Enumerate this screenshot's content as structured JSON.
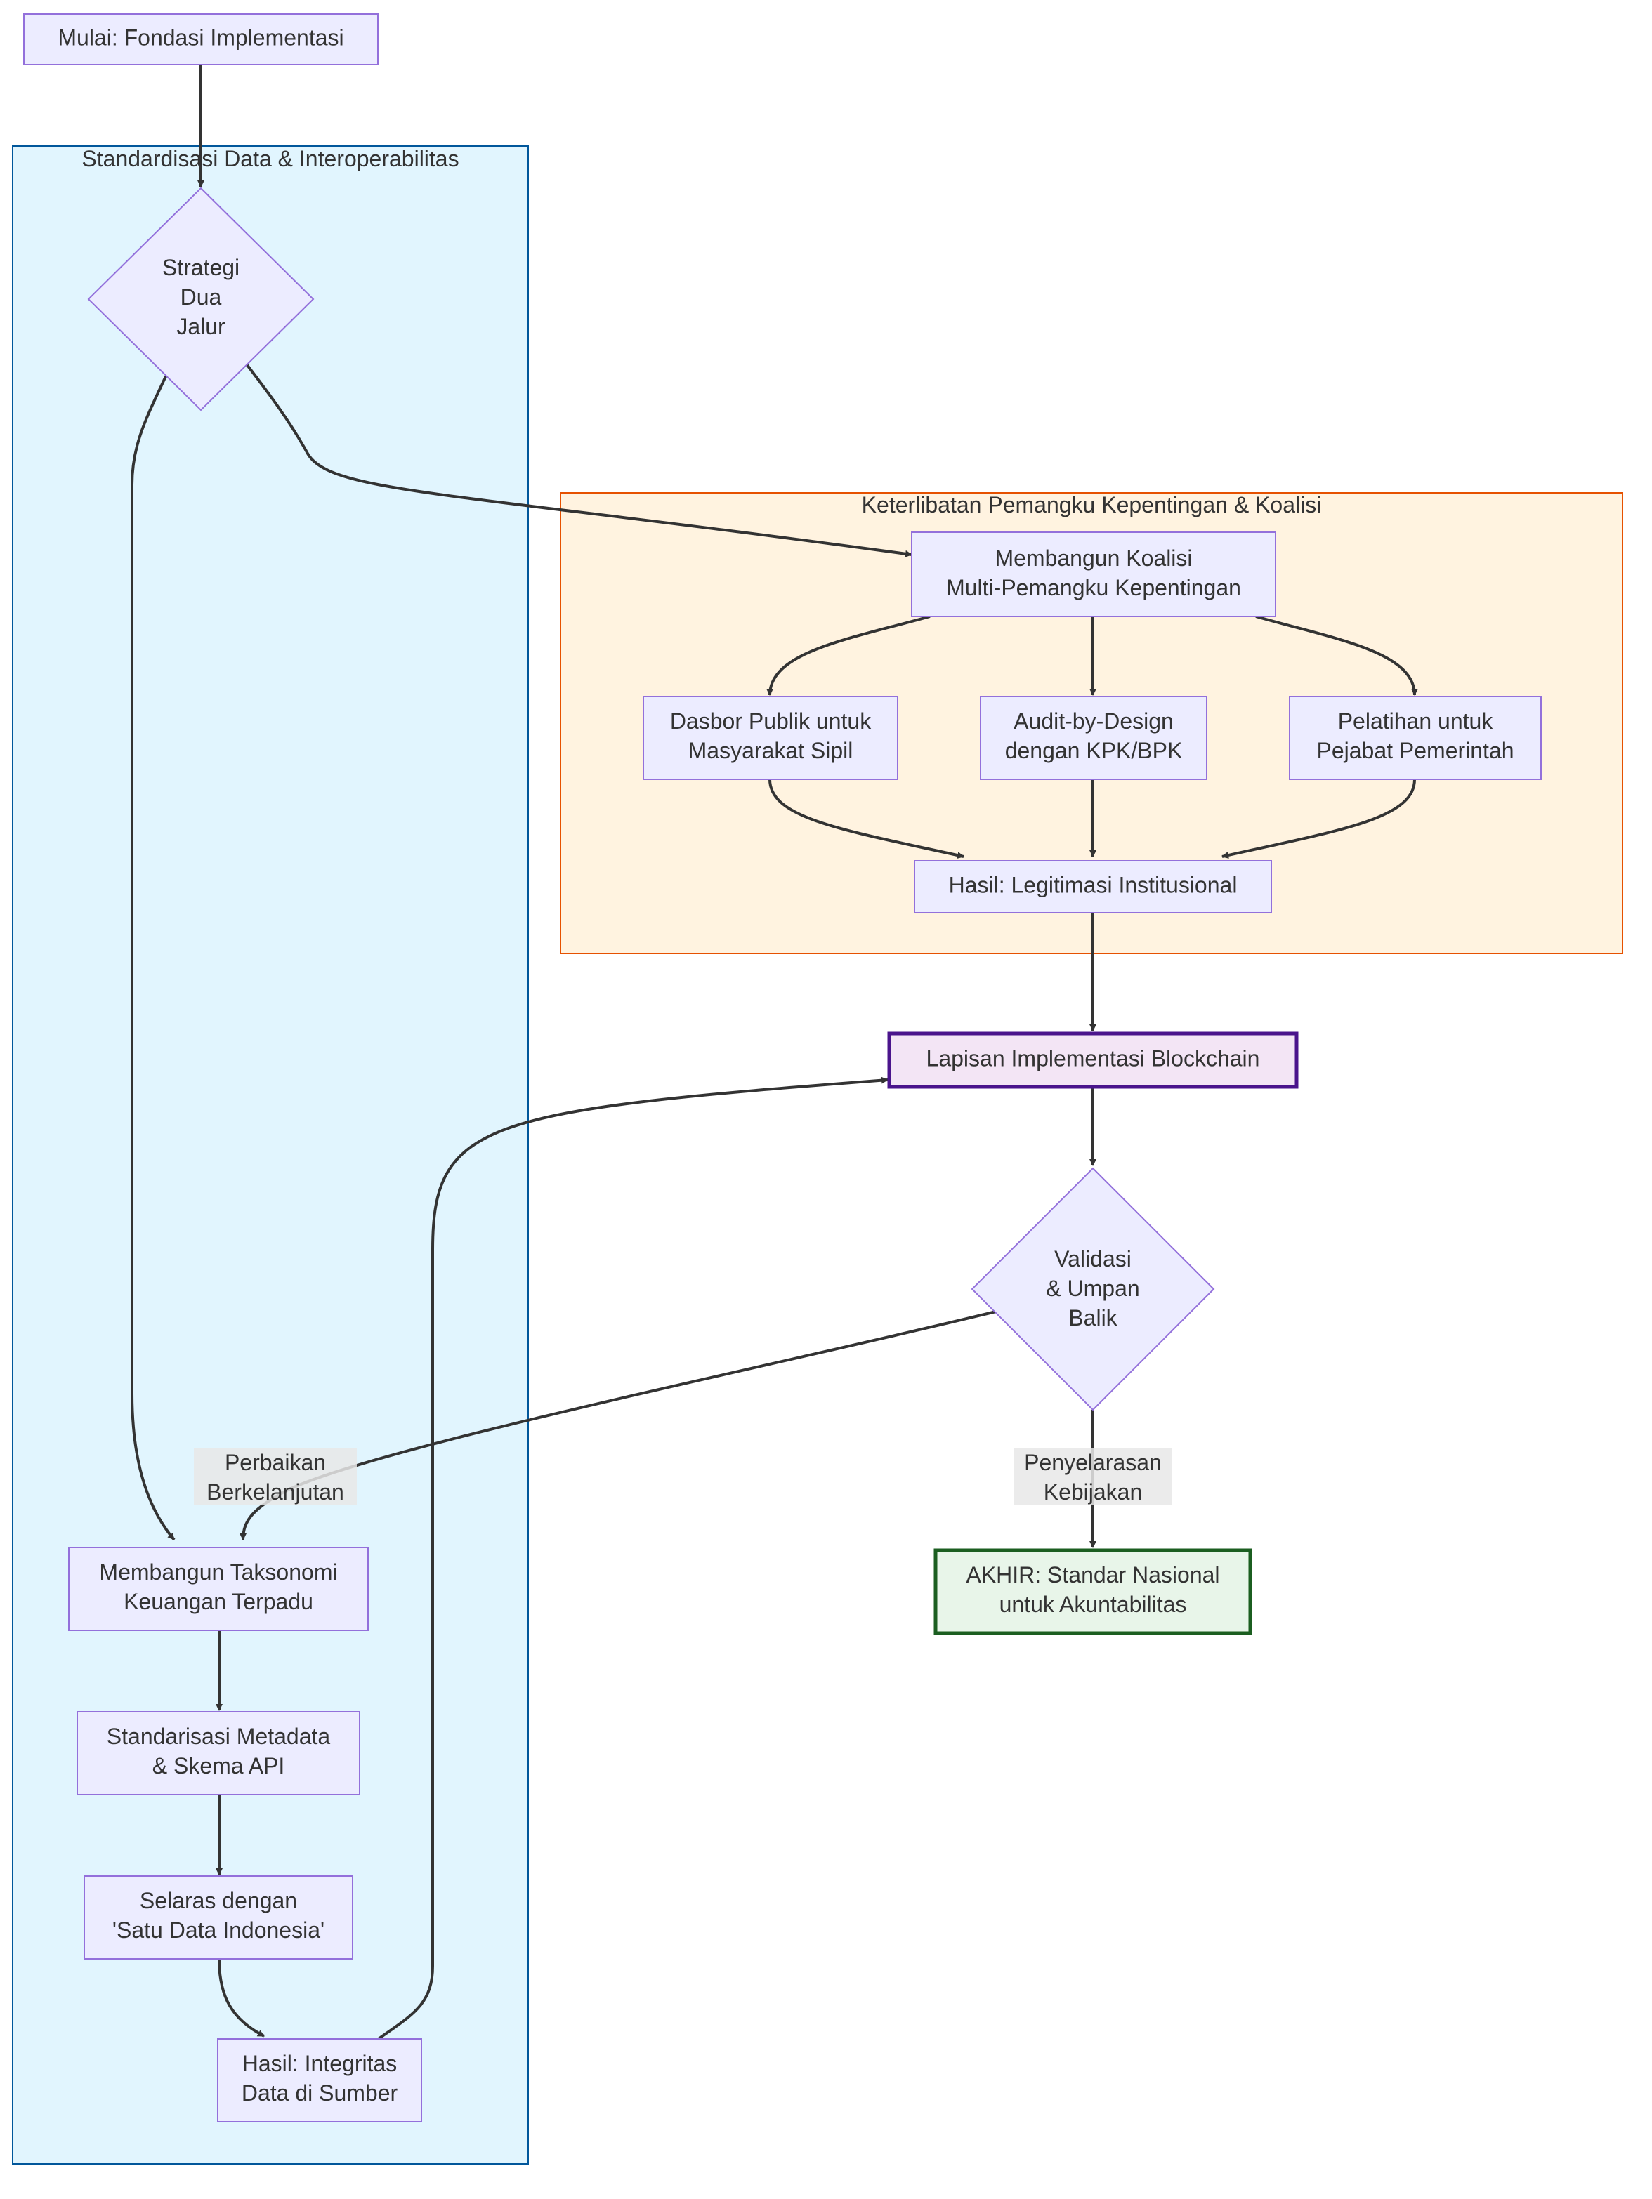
{
  "clusters": {
    "data_standardization": {
      "title": "Standardisasi Data & Interoperabilitas"
    },
    "stakeholder": {
      "title": "Keterlibatan Pemangku Kepentingan & Koalisi"
    }
  },
  "nodes": {
    "start": {
      "line1": "Mulai: Fondasi Implementasi"
    },
    "strategy": {
      "line1": "Strategi",
      "line2": "Dua",
      "line3": "Jalur"
    },
    "coalition": {
      "line1": "Membangun Koalisi",
      "line2": "Multi-Pemangku Kepentingan"
    },
    "dashboard": {
      "line1": "Dasbor Publik untuk",
      "line2": "Masyarakat Sipil"
    },
    "audit": {
      "line1": "Audit-by-Design",
      "line2": "dengan KPK/BPK"
    },
    "training": {
      "line1": "Pelatihan untuk",
      "line2": "Pejabat Pemerintah"
    },
    "legitimacy": {
      "line1": "Hasil: Legitimasi Institusional"
    },
    "blockchain": {
      "line1": "Lapisan Implementasi Blockchain"
    },
    "validation": {
      "line1": "Validasi",
      "line2": "& Umpan",
      "line3": "Balik"
    },
    "end": {
      "line1": "AKHIR: Standar Nasional",
      "line2": "untuk Akuntabilitas"
    },
    "taxonomy": {
      "line1": "Membangun Taksonomi",
      "line2": "Keuangan Terpadu"
    },
    "metadata": {
      "line1": "Standarisasi Metadata",
      "line2": "& Skema API"
    },
    "satu_data": {
      "line1": "Selaras dengan",
      "line2": "'Satu Data Indonesia'"
    },
    "integrity": {
      "line1": "Hasil: Integritas",
      "line2": "Data di Sumber"
    }
  },
  "edge_labels": {
    "continuous_improvement": {
      "line1": "Perbaikan",
      "line2": "Berkelanjutan"
    },
    "policy_alignment": {
      "line1": "Penyelarasan",
      "line2": "Kebijakan"
    }
  },
  "colors": {
    "node_fill": "#ececff",
    "node_stroke": "#9370db",
    "edge_stroke": "#333333",
    "cluster_blue_fill": "#e1f5fe",
    "cluster_blue_stroke": "#01579b",
    "cluster_orange_fill": "#fff3e0",
    "cluster_orange_stroke": "#e65100",
    "blockchain_fill": "#f3e5f5",
    "blockchain_stroke": "#4a148c",
    "end_fill": "#e8f5e9",
    "end_stroke": "#1b5e20",
    "edge_label_bg": "#e8e8e8"
  }
}
